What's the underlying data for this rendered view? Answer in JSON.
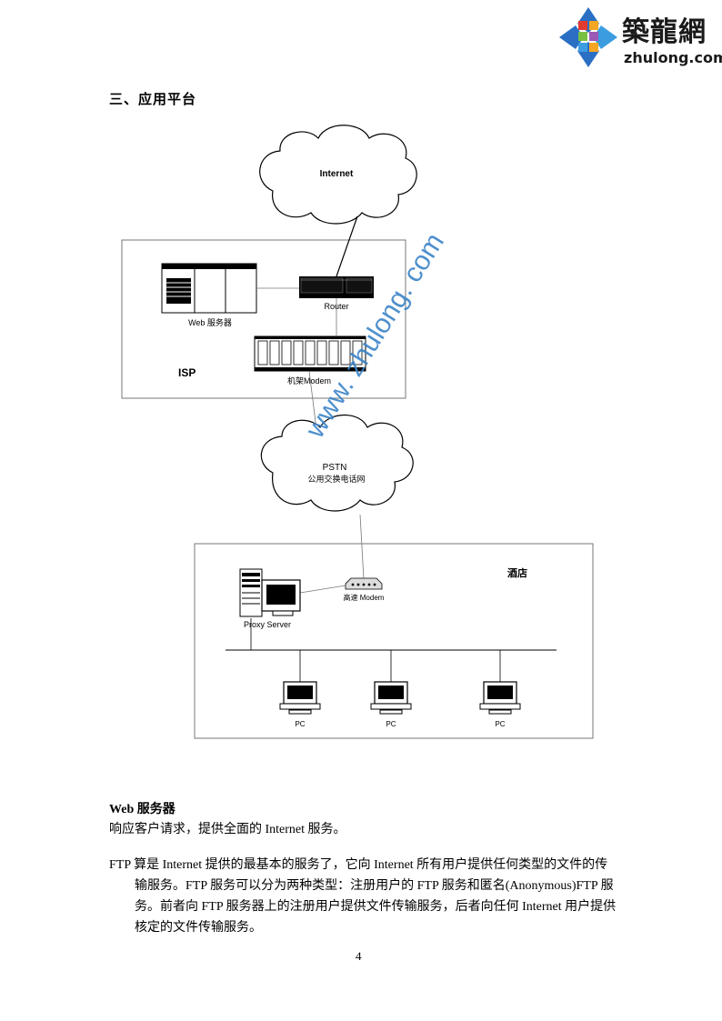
{
  "logo": {
    "text_cn": "築龍網",
    "text_en": "zhulong.com",
    "colors": [
      "#2a6fc4",
      "#e23a2f",
      "#f5a623",
      "#7ac143",
      "#9b59b6",
      "#3b9de0"
    ]
  },
  "section_title": "三、应用平台",
  "diagram": {
    "internet_label": "Internet",
    "isp_label": "ISP",
    "web_server_label": "Web 服务器",
    "router_label": "Router",
    "rack_modem_label": "机架Modem",
    "pstn_label": "PSTN",
    "pstn_sub_label": "公用交换电话网",
    "hotel_label": "酒店",
    "hs_modem_label": "高速 Modem",
    "proxy_label": "Proxy Server",
    "pc_labels": [
      "PC",
      "PC",
      "PC"
    ]
  },
  "watermark": "www. zhulong. com",
  "body": {
    "web_heading": "Web 服务器",
    "web_desc": "响应客户请求，提供全面的 Internet 服务。",
    "ftp_line1": "FTP 算是 Internet 提供的最基本的服务了，它向 Internet 所有用户提供任何类型的文件的传",
    "ftp_line2": "输服务。FTP 服务可以分为两种类型：注册用户的 FTP 服务和匿名(Anonymous)FTP 服",
    "ftp_line3": "务。前者向 FTP 服务器上的注册用户提供文件传输服务，后者向任何 Internet 用户提供",
    "ftp_line4": "核定的文件传输服务。"
  },
  "page_number": "4"
}
